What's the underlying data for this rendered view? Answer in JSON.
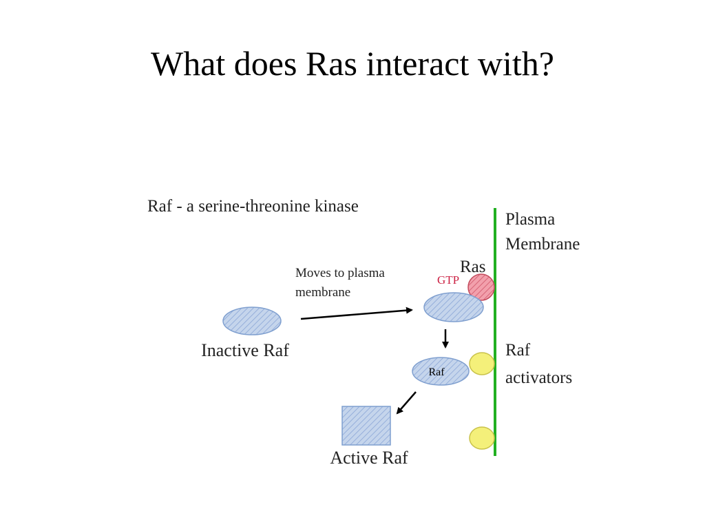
{
  "slide": {
    "title": "What does Ras interact with?"
  },
  "diagram": {
    "heading": "Raf - a serine-threonine kinase",
    "membrane_label": [
      "Plasma",
      "Membrane"
    ],
    "moves_label": [
      "Moves to plasma",
      "membrane"
    ],
    "inactive_label": "Inactive Raf",
    "ras_label": "Ras",
    "gtp_label": "GTP",
    "raf_label": "Raf",
    "activators_label": [
      "Raf",
      "activators"
    ],
    "active_label": "Active Raf",
    "colors": {
      "raf_fill": "#c5d5ec",
      "raf_stroke": "#7f9fcf",
      "ras_fill": "#f2a0ac",
      "ras_stroke": "#c24a5c",
      "activator_fill": "#f4f07a",
      "activator_stroke": "#c9c24a",
      "membrane": "#22b022",
      "gtp_text": "#cc2244"
    }
  }
}
